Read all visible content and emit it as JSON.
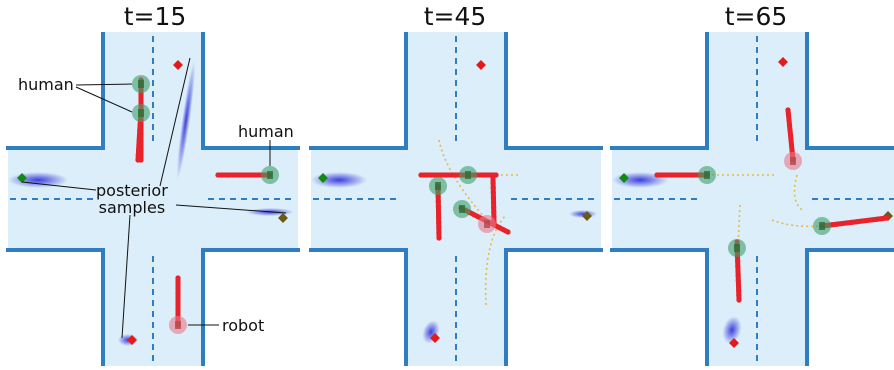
{
  "panels": [
    {
      "title": "t=15"
    },
    {
      "title": "t=45"
    },
    {
      "title": "t=65"
    }
  ],
  "annotations": {
    "human_left": "human",
    "human_right": "human",
    "posterior_line1": "posterior",
    "posterior_line2": "samples",
    "robot": "robot"
  },
  "colors": {
    "road": "#dbeef9",
    "curb": "#2e7ec1",
    "lane_divider": "#2e7ec1",
    "trajectory": "#e8232b",
    "human_marker": "#3e9e6a",
    "robot_marker": "#e8788a",
    "goal_red": "#e31a1c",
    "goal_green": "#118a11",
    "goal_olive": "#6a5a14",
    "posterior_samples": "#2b2bd9",
    "predicted_path": "#e8b84a"
  },
  "icons": [
    "goal-diamond-icon",
    "human-agent-icon",
    "robot-agent-icon"
  ]
}
